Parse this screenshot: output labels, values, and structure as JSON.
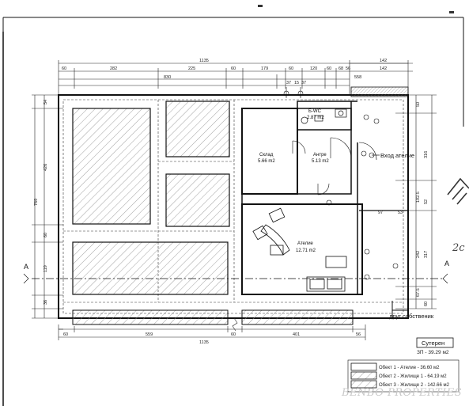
{
  "dimensions": {
    "top_total": "1135",
    "top_right_a": "142",
    "top_right_b": "142",
    "top_row": [
      "60",
      "282",
      "225",
      "60",
      "179",
      "60",
      "120",
      "60",
      "68",
      "56"
    ],
    "top_830": "830",
    "top_558": "558",
    "small_a": "37",
    "small_b": "15",
    "small_c": "37",
    "left_total": "769",
    "left_segments": [
      "54",
      "426",
      "60",
      "119",
      "36"
    ],
    "right_segments": [
      "50",
      "316",
      "192.5",
      "52",
      "242",
      "317",
      "67.5",
      "60"
    ],
    "inner_97": "97",
    "inner_53": "53",
    "bottom_row": [
      "60",
      "559",
      "60",
      "401",
      "56"
    ],
    "bottom_total": "1135"
  },
  "rooms": {
    "wc_name": "Б-WC",
    "wc_area": "2.87 m2",
    "storage_name": "Склад",
    "storage_area": "5.66 m2",
    "vestibule_name": "Антре",
    "vestibule_area": "5.13 m2",
    "atelier_name": "Ателие",
    "atelier_area": "12.71 m2"
  },
  "labels": {
    "entrance": "Вход ателие",
    "section_left": "A",
    "section_right": "A",
    "other_owner": "друг собственик",
    "floor_name": "Сутерен",
    "built_area": "ЗП - 39.29 м2",
    "handwritten_note": "2c"
  },
  "legend": [
    {
      "text": "Обект 1 - Ателие - 36.60 м2"
    },
    {
      "text": "Обект 2 - Жилище 1 - 64.19 м2"
    },
    {
      "text": "Обект 3 - Жилище 2 - 142.66 м2"
    }
  ],
  "watermark": "BENBO PROPERTIES",
  "colors": {
    "line": "#111111",
    "hatch": "#8a8a8a",
    "dashed": "#333333",
    "watermark": "#c9c9c9"
  }
}
